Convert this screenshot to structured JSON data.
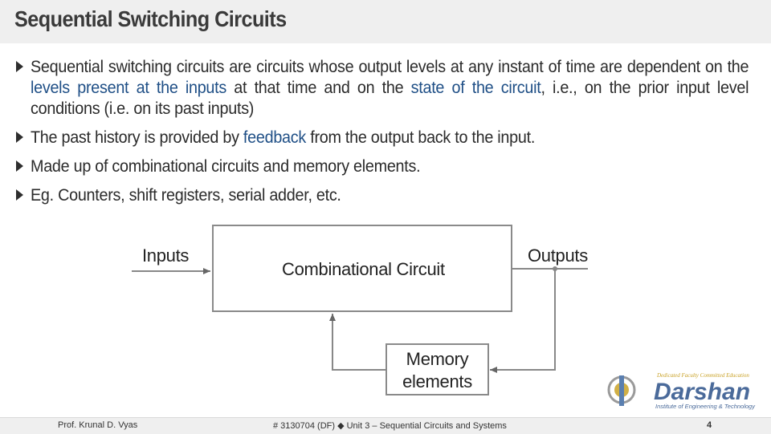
{
  "slide": {
    "title": "Sequential Switching Circuits",
    "bullets": [
      {
        "segments": [
          {
            "text": "Sequential switching circuits are circuits whose output levels at any instant of time are dependent on the ",
            "highlight": false
          },
          {
            "text": "levels present at the inputs",
            "highlight": true
          },
          {
            "text": " at that time and on the ",
            "highlight": false
          },
          {
            "text": "state of the circuit",
            "highlight": true
          },
          {
            "text": ", i.e., on the prior input level conditions (i.e. on its past inputs)",
            "highlight": false
          }
        ]
      },
      {
        "segments": [
          {
            "text": "The past history is provided by ",
            "highlight": false
          },
          {
            "text": "feedback",
            "highlight": true
          },
          {
            "text": " from the output back to the input.",
            "highlight": false
          }
        ]
      },
      {
        "segments": [
          {
            "text": "Made up of combinational circuits and memory elements.",
            "highlight": false
          }
        ]
      },
      {
        "segments": [
          {
            "text": "Eg. Counters, shift registers, serial adder, etc.",
            "highlight": false
          }
        ]
      }
    ],
    "colors": {
      "highlight": "#1f4f86",
      "text": "#2b2b2b",
      "header_bg": "#efefef"
    }
  },
  "diagram": {
    "inputs_label": "Inputs",
    "outputs_label": "Outputs",
    "combinational_label": "Combinational Circuit",
    "memory_label_line1": "Memory",
    "memory_label_line2": "elements"
  },
  "footer": {
    "author": "Prof. Krunal D. Vyas",
    "course": "# 3130704 (DF)  ◆  Unit 3 – Sequential Circuits and Systems",
    "page": "4"
  },
  "logo": {
    "tagline": "Dedicated Faculty Committed Education",
    "name": "Darshan",
    "subtitle": "Institute of Engineering & Technology"
  }
}
